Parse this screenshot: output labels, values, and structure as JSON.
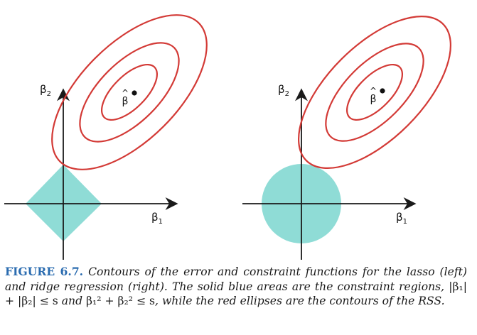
{
  "figure": {
    "panels": [
      {
        "id": "left",
        "constraint": "diamond",
        "axis_x_label": "β",
        "axis_x_sub": "1",
        "axis_y_label": "β",
        "axis_y_sub": "2",
        "estimate_hat": "^",
        "estimate_label": "β"
      },
      {
        "id": "right",
        "constraint": "circle",
        "axis_x_label": "β",
        "axis_x_sub": "1",
        "axis_y_label": "β",
        "axis_y_sub": "2",
        "estimate_hat": "^",
        "estimate_label": "β"
      }
    ],
    "colors": {
      "constraint_fill": "#8fdcd6",
      "contour_stroke": "#d33a36",
      "axis": "#1a1a1a",
      "caption_label": "#2b6cb0"
    }
  },
  "caption": {
    "label": "FIGURE 6.7.",
    "text_1": "Contours of the error and constraint functions for the lasso (",
    "left_word": "left",
    "text_2": ") and ridge regression (",
    "right_word": "right",
    "text_3": "). The solid blue areas are the constraint regions, ",
    "lasso_constraint": "|β₁| + |β₂| ≤ s",
    "text_4": " and ",
    "ridge_constraint": "β₁² + β₂² ≤ s",
    "text_5": ", while the red ellipses are the contours of the RSS."
  }
}
